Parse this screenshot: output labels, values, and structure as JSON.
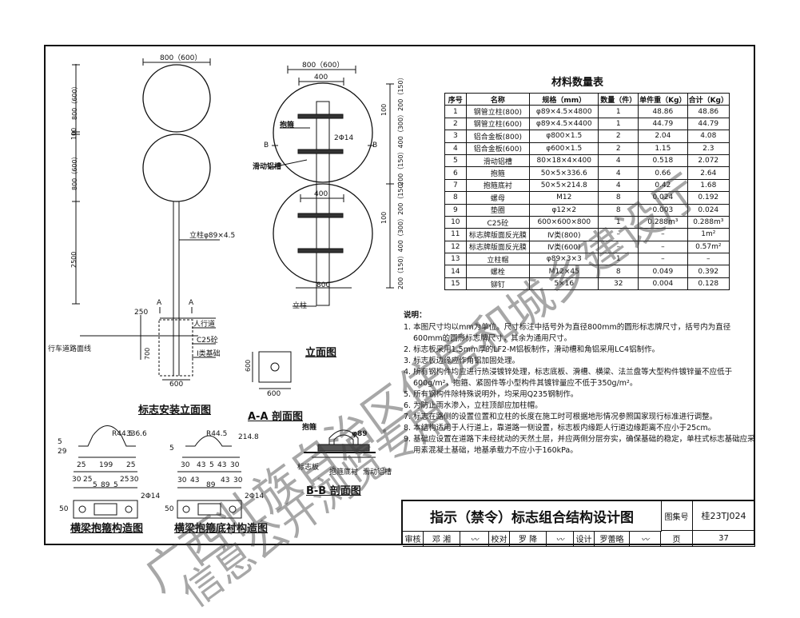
{
  "elevation": {
    "caption": "标志安装立面图",
    "dim_top": "800（600）",
    "dim_sign1": "800（600）",
    "dim_gap": "100",
    "dim_sign2": "800（600）",
    "dim_post": "2500",
    "dim_250": "250",
    "dim_700": "700",
    "dim_600": "600",
    "label_post": "立柱φ89×4.5",
    "label_sidewalk": "人行道",
    "label_concrete": "C25砼",
    "label_foundation": "Ⅰ类基础",
    "label_road": "行车道路面线",
    "section_mark": "A"
  },
  "front": {
    "caption": "立面图",
    "dim_800": "800（600）",
    "dim_400": "400",
    "dim_400b": "400",
    "dim_800b": "800",
    "label_hoop": "抱箍",
    "label_bolt": "2Φ14",
    "label_channel": "滑动铝槽",
    "label_post": "立柱",
    "section_mark": "B",
    "right_dims": "200（150）400（300）200（150）",
    "right_dims2": "200（150）400（300）200（150）",
    "dim_100": "100",
    "dim_100b": "100"
  },
  "section_a": {
    "caption": "A-A 剖面图",
    "dim1": "600",
    "dim2": "600"
  },
  "section_b": {
    "caption": "B-B 剖面图",
    "label_hoop": "抱箍",
    "label_phi": "φ89",
    "label_plate": "标志板",
    "label_liner": "抱箍底衬",
    "label_channel": "滑动铝槽"
  },
  "hoop_detail": {
    "caption": "横梁抱箍构造图",
    "dims": [
      "5",
      "29",
      "R44.5",
      "336.6",
      "25",
      "199",
      "25",
      "30",
      "25",
      "5",
      "89",
      "5",
      "25",
      "30",
      "2Φ14",
      "50"
    ]
  },
  "liner_detail": {
    "caption": "横梁抱箍底衬构造图",
    "dims": [
      "R44.5",
      "214.8",
      "5",
      "30",
      "43",
      "5",
      "43",
      "30",
      "30",
      "43",
      "89",
      "43",
      "30",
      "2Φ14",
      "50"
    ]
  },
  "materials": {
    "title": "材料数量表",
    "headers": [
      "序号",
      "名称",
      "规格（mm）",
      "数量（件）",
      "单件重（Kg）",
      "合计（Kg）"
    ],
    "rows": [
      [
        "1",
        "钢管立柱(800)",
        "φ89×4.5×4800",
        "1",
        "48.86",
        "48.86"
      ],
      [
        "2",
        "钢管立柱(600)",
        "φ89×4.5×4400",
        "1",
        "44.79",
        "44.79"
      ],
      [
        "3",
        "铝合金板(800)",
        "φ800×1.5",
        "2",
        "2.04",
        "4.08"
      ],
      [
        "4",
        "铝合金板(600)",
        "φ600×1.5",
        "2",
        "1.15",
        "2.3"
      ],
      [
        "5",
        "滑动铝槽",
        "80×18×4×400",
        "4",
        "0.518",
        "2.072"
      ],
      [
        "6",
        "抱箍",
        "50×5×336.6",
        "4",
        "0.66",
        "2.64"
      ],
      [
        "7",
        "抱箍底衬",
        "50×5×214.8",
        "4",
        "0.42",
        "1.68"
      ],
      [
        "8",
        "螺母",
        "M12",
        "8",
        "0.024",
        "0.192"
      ],
      [
        "9",
        "垫圈",
        "φ12×2",
        "8",
        "0.003",
        "0.024"
      ],
      [
        "10",
        "C25砼",
        "600×600×800",
        "1",
        "0.288m³",
        "0.288m³"
      ],
      [
        "11",
        "标志牌版面反光膜",
        "Ⅳ类(800)",
        "–",
        "–",
        "1m²"
      ],
      [
        "12",
        "标志牌版面反光膜",
        "Ⅳ类(600)",
        "–",
        "–",
        "0.57m²"
      ],
      [
        "13",
        "立柱帽",
        "φ89×3×3",
        "1",
        "–",
        "–"
      ],
      [
        "14",
        "螺栓",
        "M12×45",
        "8",
        "0.049",
        "0.392"
      ],
      [
        "15",
        "铆钉",
        "5×16",
        "32",
        "0.004",
        "0.128"
      ]
    ]
  },
  "notes": {
    "heading": "说明：",
    "items": [
      "1. 本图尺寸均以mm为单位。尺寸标注中括号外为直径800mm的圆形标志牌尺寸，括号内为直径600mm的圆形标志牌尺寸，其余为通用尺寸。",
      "2. 标志板采用1.5mm厚的LF2-M铝板制作，滑动槽和角铝采用LC4铝制作。",
      "3. 标志板边缘应作角铝加固处理。",
      "4. 所有钢构件均应进行热浸镀锌处理，标志底板、滑槽、横梁、法兰盘等大型构件镀锌量不应低于600g/m²，抱箍、紧固件等小型构件其镀锌量应不低于350g/m²。",
      "5. 所有钢构件除特殊说明外，均采用Q235钢制作。",
      "6. 为防止雨水渗入，立柱顶部应加柱帽。",
      "7. 标志在路侧的设置位置和立柱的长度在施工时可根据地形情况参照国家现行标准进行调整。",
      "8. 本结构适用于人行道上，靠道路一侧设置，标志板内缘距人行道边缘距离不应小于25cm。",
      "9. 基础应设置在道路下未经扰动的天然土层，并应两侧分层夯实，确保基础的稳定，单柱式标志基础应采用素混凝土基础，地基承载力不应小于160kPa。"
    ]
  },
  "title_block": {
    "title": "指示（禁令）标志组合结构设计图",
    "atlas_label": "图集号",
    "atlas_no": "桂23TJ024",
    "review_label": "审核",
    "review_name": "邓 湘",
    "check_label": "校对",
    "check_name": "罗 降",
    "design_label": "设计",
    "design_name": "罗蕾略",
    "page_label": "页",
    "page_no": "37"
  },
  "watermark": {
    "line1": "广西壮族自治区住房和城乡建设厅",
    "line2": "信息公开浏览专用"
  }
}
